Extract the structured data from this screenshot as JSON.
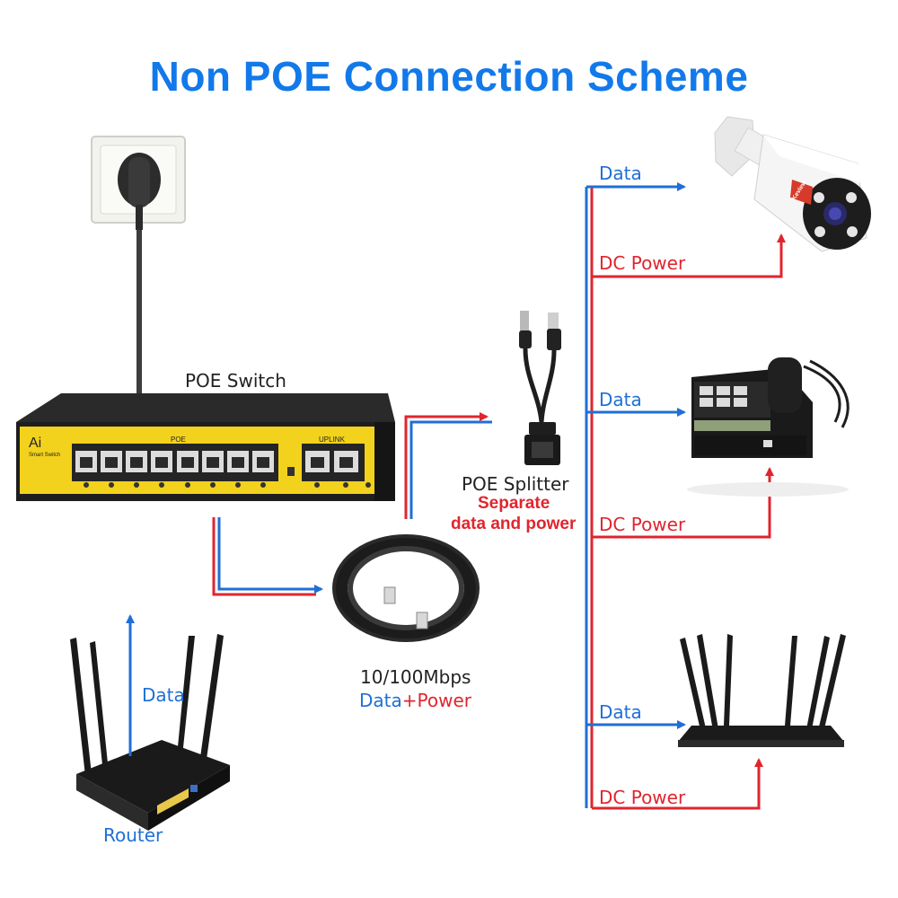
{
  "title": "Non POE Connection Scheme",
  "labels": {
    "poe_switch": "POE Switch",
    "switch_brand": "Ai",
    "switch_sub": "Smart Switch",
    "switch_poe_group": "POE",
    "switch_uplink_group": "UPLINK",
    "poe_splitter": "POE Splitter",
    "splitter_desc_1": "Separate",
    "splitter_desc_2": "data and power",
    "cable_speed": "10/100Mbps",
    "cable_data": "Data",
    "cable_plus": "+",
    "cable_power": "Power",
    "router_data": "Data",
    "router": "Router",
    "camera_brand": "Keview",
    "branch_data": [
      "Data",
      "Data",
      "Data"
    ],
    "branch_power": [
      "DC Power",
      "DC Power",
      "DC Power"
    ]
  },
  "colors": {
    "title": "#1279ea",
    "data_line": "#1f6fd6",
    "power_line": "#e0252e",
    "switch_accent": "#f2d21c"
  }
}
